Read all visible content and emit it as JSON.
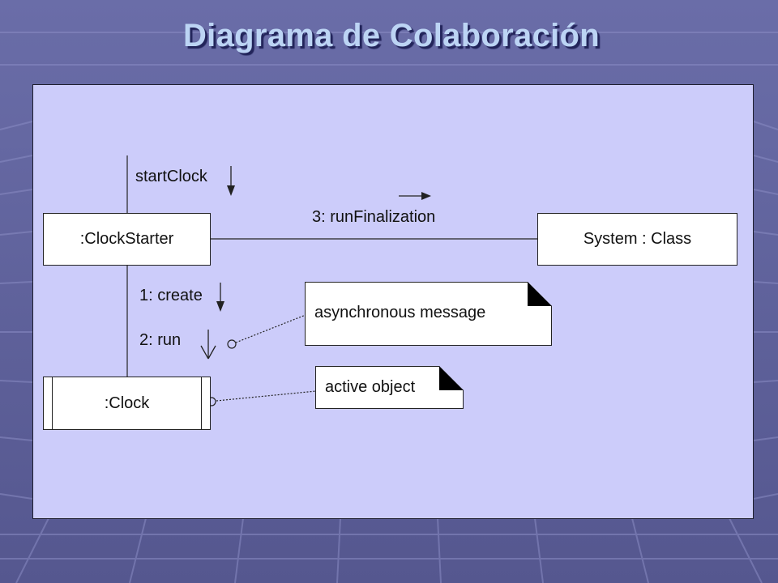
{
  "slide": {
    "title": "Diagrama de Colaboración"
  },
  "diagram": {
    "objects": {
      "clock_starter": ":ClockStarter",
      "system_class": "System : Class",
      "clock": ":Clock"
    },
    "messages": {
      "start_clock": "startClock",
      "run_finalization": "3: runFinalization",
      "create": "1: create",
      "run": "2: run"
    },
    "notes": {
      "asynchronous": "asynchronous message",
      "active": "active object"
    }
  },
  "colors": {
    "slide_background": "#5d5f9a",
    "panel_background": "#ccccfa",
    "title_text": "#bcd4f4"
  }
}
